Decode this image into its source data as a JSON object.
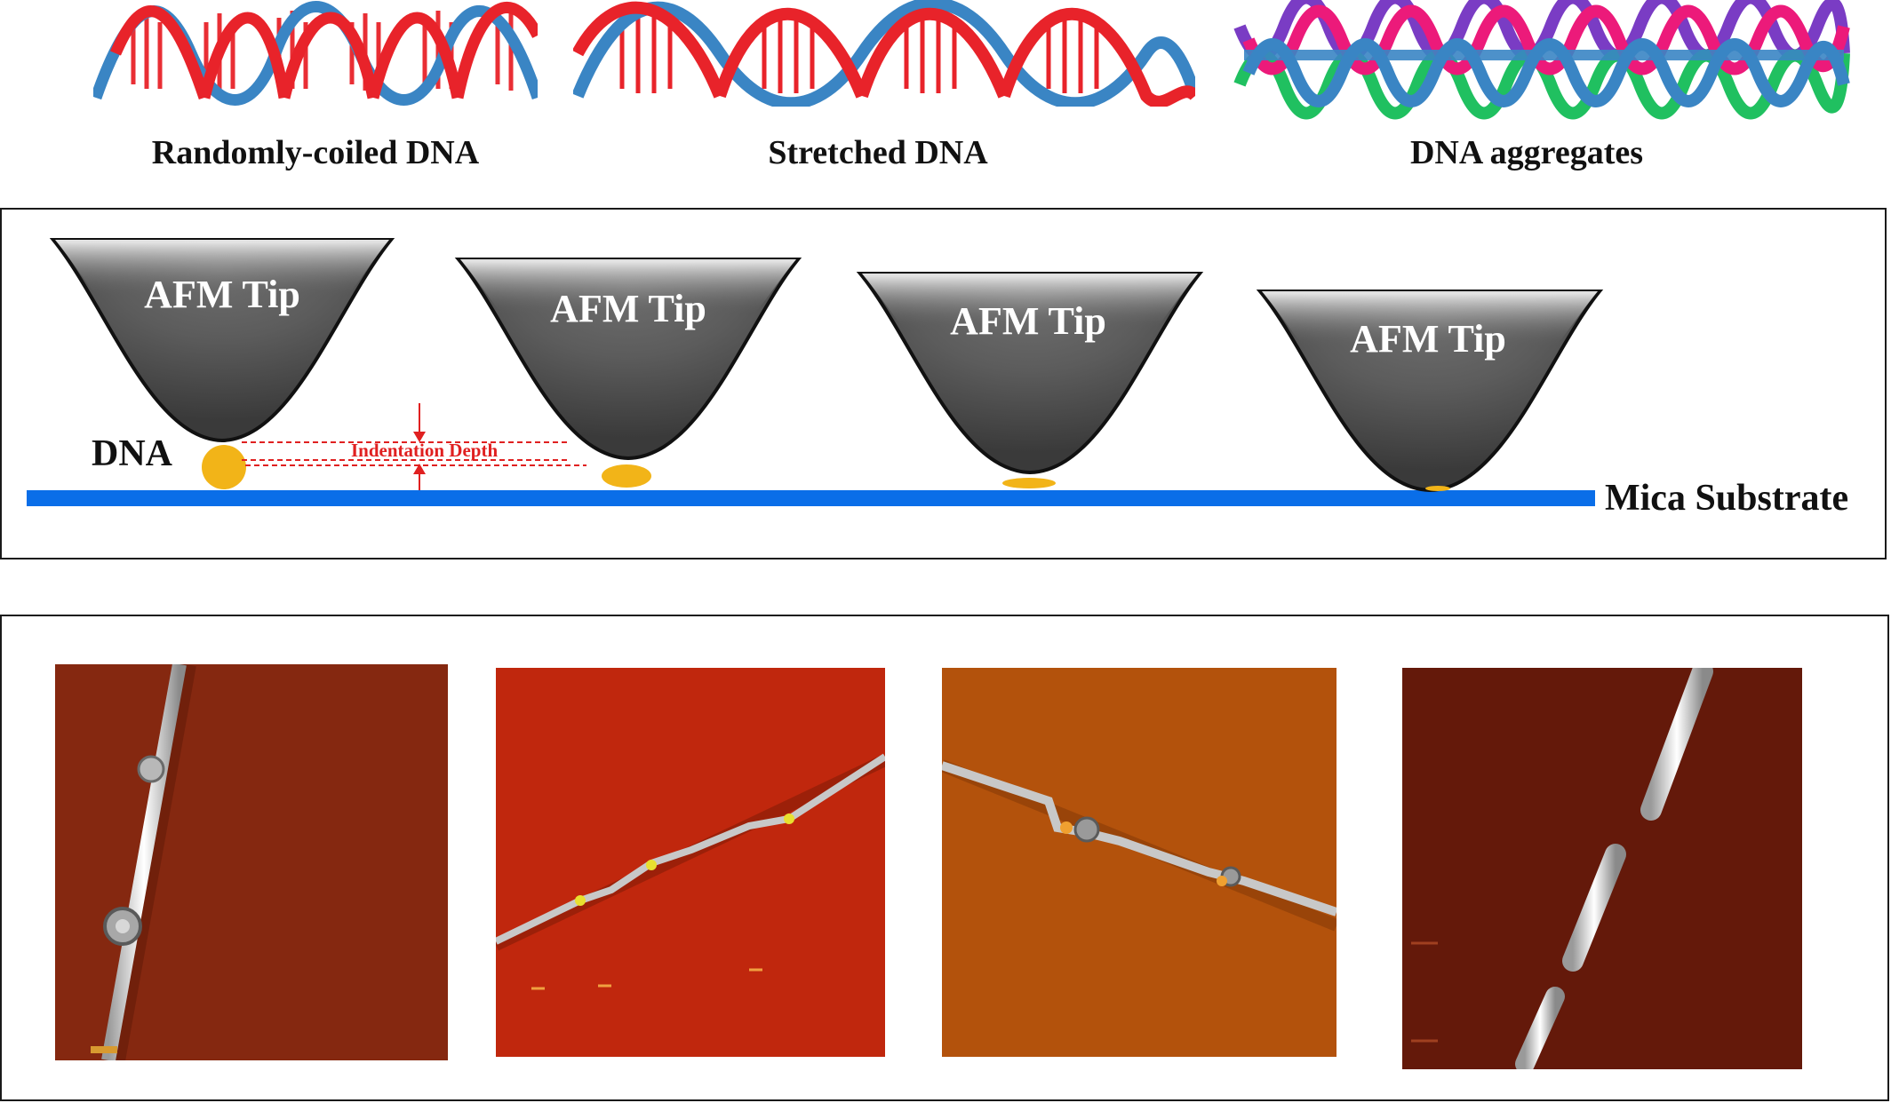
{
  "helix_labels": {
    "randomly_coiled": "Randomly-coiled DNA",
    "stretched": "Stretched DNA",
    "aggregates": "DNA aggregates"
  },
  "indentation": {
    "tip_label": "AFM Tip",
    "dna_label": "DNA",
    "depth_label": "Indentation Depth",
    "substrate_label": "Mica Substrate"
  },
  "colors": {
    "helix_red": "#e8232a",
    "helix_blue": "#3a85c4",
    "tip_gray": "#5a5a5a",
    "dna_yellow": "#f2b418",
    "substrate_blue": "#0a6ee8",
    "annotation_red": "#e02020",
    "aggregate_pink": "#ec1a7a",
    "aggregate_green": "#20c060",
    "aggregate_purple": "#7a3cc4"
  },
  "afm_images": [
    {
      "name": "coiled-dna-afm-image",
      "background": "#8a2a10"
    },
    {
      "name": "stretched-dna-afm-image",
      "background": "#c82a10"
    },
    {
      "name": "partially-stretched-dna-afm-image",
      "background": "#b8560e"
    },
    {
      "name": "fragmented-dna-afm-image",
      "background": "#6a1c0c"
    }
  ]
}
